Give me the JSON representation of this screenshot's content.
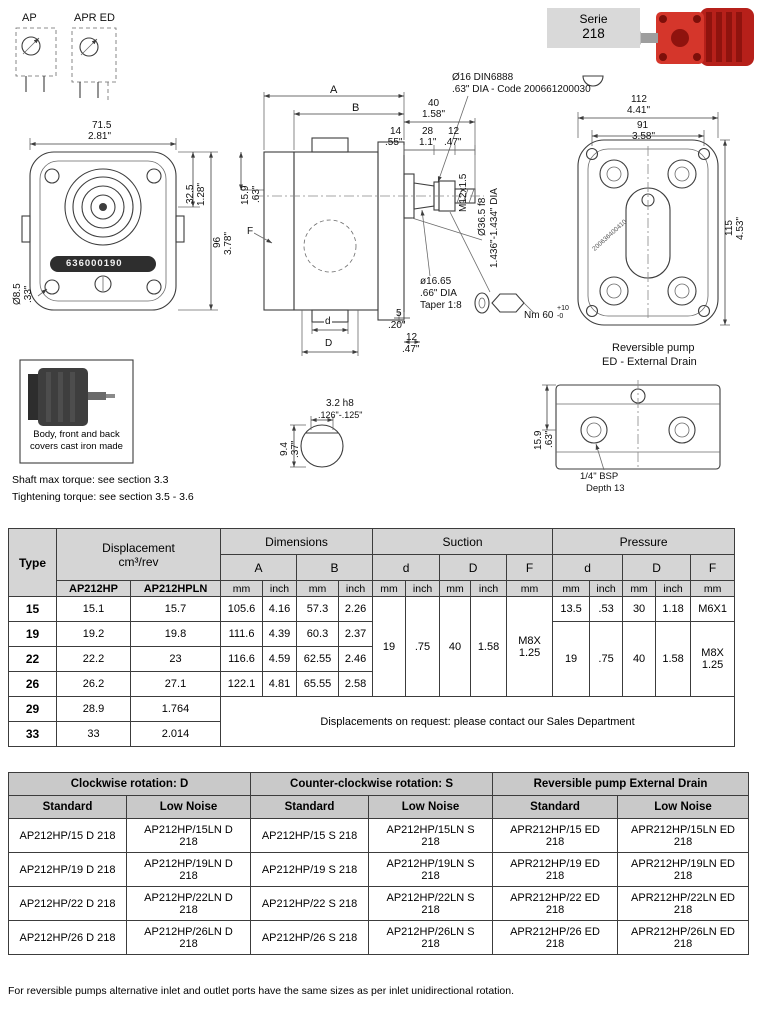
{
  "meta": {
    "serie_label": "Serie",
    "serie_number": "218"
  },
  "symbols": {
    "ap": "AP",
    "apr_ed": "APR ED"
  },
  "callouts": {
    "pin_line1": "Ø16 DIN6888",
    "pin_line2": ".63\" DIA - Code 200661200030"
  },
  "front_view": {
    "w_mm": "71.5",
    "w_in": "2.81\"",
    "d32_mm": "32.5",
    "d32_in": "1.28\"",
    "h_mm": "96",
    "h_in": "3.78\"",
    "d159_mm": "15.9",
    "d159_in": ".63\"",
    "hole_mm": "Ø8.5",
    "hole_in": ".33\"",
    "code": "636000190"
  },
  "side_view": {
    "dim_a": "A",
    "dim_b": "B",
    "d40_mm": "40",
    "d40_in": "1.58\"",
    "d14_mm": "14",
    "d14_in": ".55\"",
    "d28_mm": "28",
    "d28_in": "1.1\"",
    "d12t_mm": "12",
    "d12t_in": ".47\"",
    "thread": "M12x1.5",
    "spigot_mm": "Ø36.5 f8",
    "spigot_in": "1.436\"-1.434\" DIA",
    "shaft_mm": "ø16.65",
    "shaft_in": ".66\" DIA",
    "taper": "Taper 1:8",
    "d5_mm": "5",
    "d5_in": ".20\"",
    "d12b_mm": "12",
    "d12b_in": ".47\"",
    "lbl_f": "F",
    "lbl_d": "d",
    "lbl_D": "D",
    "torque": "Nm 60",
    "torque_plus": "+10",
    "torque_minus": "-0"
  },
  "rear_view": {
    "w_mm": "112",
    "w_in": "4.41\"",
    "w2_mm": "91",
    "w2_in": "3.58\"",
    "h_mm": "115",
    "h_in": "4.53\"",
    "code": "200636400410"
  },
  "reversible": {
    "title1": "Reversible pump",
    "title2": "ED - External Drain",
    "d159_mm": "15.9",
    "d159_in": ".63\"",
    "port": "1/4\" BSP",
    "depth": "Depth 13"
  },
  "key_section": {
    "w_mm": "3.2 h8",
    "w_in": ".126\"-.125\"",
    "h_mm": "9.4",
    "h_in": ".37\""
  },
  "notes": {
    "body1": "Body, front and back",
    "body2": "covers cast iron made",
    "shaft_torque": "Shaft max torque: see section 3.3",
    "tightening_torque": "Tightening torque: see section 3.5 - 3.6"
  },
  "spec_table": {
    "h_type": "Type",
    "h_disp1": "Displacement",
    "h_disp2": "cm³/rev",
    "h_dims": "Dimensions",
    "h_suction": "Suction",
    "h_pressure": "Pressure",
    "h_hp": "AP212HP",
    "h_hpln": "AP212HPLN",
    "h_a": "A",
    "h_b": "B",
    "h_d": "d",
    "h_dd": "D",
    "h_f": "F",
    "u_mm": "mm",
    "u_inch": "inch",
    "suction_shared": {
      "d_mm": "19",
      "d_in": ".75",
      "D_mm": "40",
      "D_in": "1.58",
      "f": "M8X 1.25"
    },
    "pressure_shared": {
      "d_mm": "19",
      "d_in": ".75",
      "D_mm": "40",
      "D_in": "1.58",
      "f": "M8X 1.25"
    },
    "r15": {
      "type": "15",
      "hp": "15.1",
      "hpln": "15.7",
      "a_mm": "105.6",
      "a_in": "4.16",
      "b_mm": "57.3",
      "b_in": "2.26",
      "p_d_mm": "13.5",
      "p_d_in": ".53",
      "p_D_mm": "30",
      "p_D_in": "1.18",
      "p_f": "M6X1"
    },
    "r19": {
      "type": "19",
      "hp": "19.2",
      "hpln": "19.8",
      "a_mm": "111.6",
      "a_in": "4.39",
      "b_mm": "60.3",
      "b_in": "2.37"
    },
    "r22": {
      "type": "22",
      "hp": "22.2",
      "hpln": "23",
      "a_mm": "116.6",
      "a_in": "4.59",
      "b_mm": "62.55",
      "b_in": "2.46"
    },
    "r26": {
      "type": "26",
      "hp": "26.2",
      "hpln": "27.1",
      "a_mm": "122.1",
      "a_in": "4.81",
      "b_mm": "65.55",
      "b_in": "2.58"
    },
    "r29": {
      "type": "29",
      "hp": "28.9",
      "hpln": "1.764"
    },
    "r33": {
      "type": "33",
      "hp": "33",
      "hpln": "2.014"
    },
    "request_note": "Displacements on request: please contact our Sales Department"
  },
  "order_table": {
    "g_cw": "Clockwise rotation: D",
    "g_ccw": "Counter-clockwise rotation: S",
    "g_rev": "Reversible pump External Drain",
    "h_std": "Standard",
    "h_ln": "Low Noise",
    "rows": [
      {
        "cw_std": "AP212HP/15 D 218",
        "cw_ln": "AP212HP/15LN D 218",
        "ccw_std": "AP212HP/15 S 218",
        "ccw_ln": "AP212HP/15LN S 218",
        "rev_std": "APR212HP/15 ED 218",
        "rev_ln": "APR212HP/15LN ED 218"
      },
      {
        "cw_std": "AP212HP/19 D 218",
        "cw_ln": "AP212HP/19LN D 218",
        "ccw_std": "AP212HP/19 S 218",
        "ccw_ln": "AP212HP/19LN S 218",
        "rev_std": "APR212HP/19 ED 218",
        "rev_ln": "APR212HP/19LN ED 218"
      },
      {
        "cw_std": "AP212HP/22 D 218",
        "cw_ln": "AP212HP/22LN D 218",
        "ccw_std": "AP212HP/22 S 218",
        "ccw_ln": "AP212HP/22LN S 218",
        "rev_std": "APR212HP/22 ED 218",
        "rev_ln": "APR212HP/22LN ED 218"
      },
      {
        "cw_std": "AP212HP/26 D 218",
        "cw_ln": "AP212HP/26LN D 218",
        "ccw_std": "AP212HP/26 S 218",
        "ccw_ln": "AP212HP/26LN S 218",
        "rev_std": "APR212HP/26 ED 218",
        "rev_ln": "APR212HP/26LN ED 218"
      }
    ]
  },
  "footer": {
    "note": "For reversible pumps alternative inlet and outlet ports have the same sizes as per inlet unidirectional rotation."
  }
}
